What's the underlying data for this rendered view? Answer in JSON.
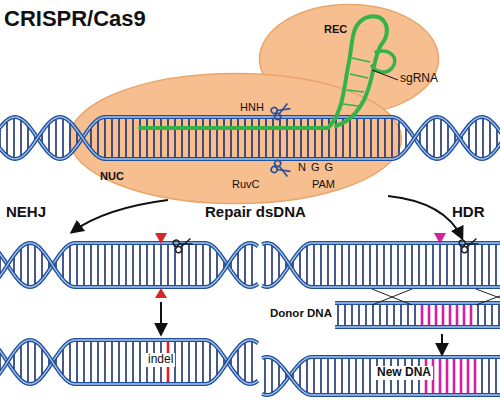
{
  "diagram": {
    "title": "CRISPR/Cas9",
    "nodes": [
      {
        "text": [
          "REC"
        ]
      },
      {
        "text": [
          "NUC"
        ]
      },
      {
        "text": [
          "Donor DNA"
        ]
      },
      {
        "text": [
          "indel"
        ]
      },
      {
        "text": [
          "New DNA"
        ]
      }
    ],
    "edges": [
      {
        "from": 2,
        "to": 4,
        "arrow": "to"
      }
    ],
    "labels": [
      "sgRNA",
      "HNH",
      "N G G",
      "RuvC",
      "PAM",
      "NEHJ",
      "Repair dsDNA",
      "HDR"
    ]
  }
}
